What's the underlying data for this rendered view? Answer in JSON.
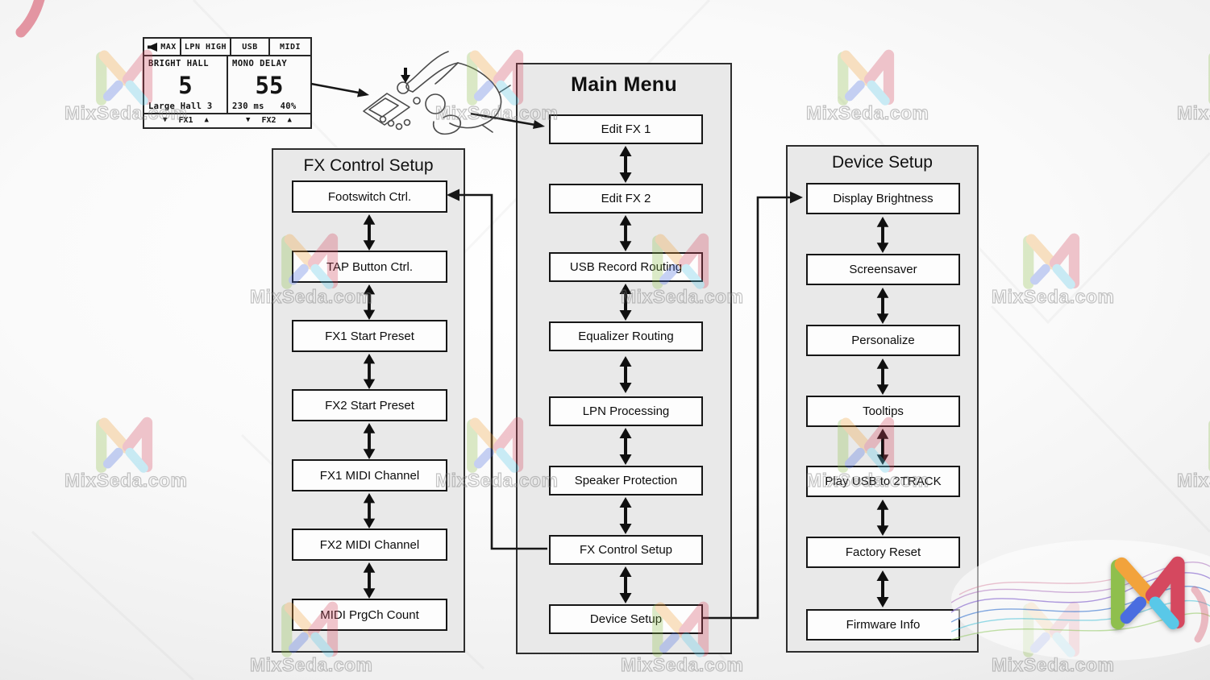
{
  "watermark": {
    "text": "MixSeda.com"
  },
  "lcd": {
    "status": [
      {
        "icon": "speaker-icon",
        "label": "MAX"
      },
      {
        "label": "LPN HIGH"
      },
      {
        "label": "USB"
      },
      {
        "label": "MIDI"
      }
    ],
    "fx1": {
      "label": "BRIGHT HALL",
      "value": "5",
      "detail": "Large Hall 3",
      "name": "FX1"
    },
    "fx2": {
      "label": "MONO DELAY",
      "value": "55",
      "detail": "230 ms   40%",
      "name": "FX2"
    },
    "icons": {
      "down": "▼",
      "up": "▲"
    }
  },
  "panels": {
    "fx_control": {
      "title": "FX Control Setup",
      "items": [
        "Footswitch Ctrl.",
        "TAP Button Ctrl.",
        "FX1 Start Preset",
        "FX2 Start Preset",
        "FX1 MIDI Channel",
        "FX2 MIDI Channel",
        "MIDI PrgCh Count"
      ]
    },
    "main_menu": {
      "title": "Main Menu",
      "items": [
        "Edit FX 1",
        "Edit FX 2",
        "USB Record Routing",
        "Equalizer Routing",
        "LPN Processing",
        "Speaker Protection",
        "FX Control Setup",
        "Device Setup"
      ]
    },
    "device_setup": {
      "title": "Device Setup",
      "items": [
        "Display Brightness",
        "Screensaver",
        "Personalize",
        "Tooltips",
        "Play USB to 2TRACK",
        "Factory Reset",
        "Firmware Info"
      ]
    }
  },
  "colors": {
    "logo_green": "#8fbf4d",
    "logo_orange": "#f2a33c",
    "logo_red": "#d5485f",
    "logo_blue": "#4a6de0",
    "logo_cyan": "#59c8e8",
    "panel_fill": "#e9e9e9",
    "box_fill": "#fdfdfd",
    "line": "#151515"
  }
}
